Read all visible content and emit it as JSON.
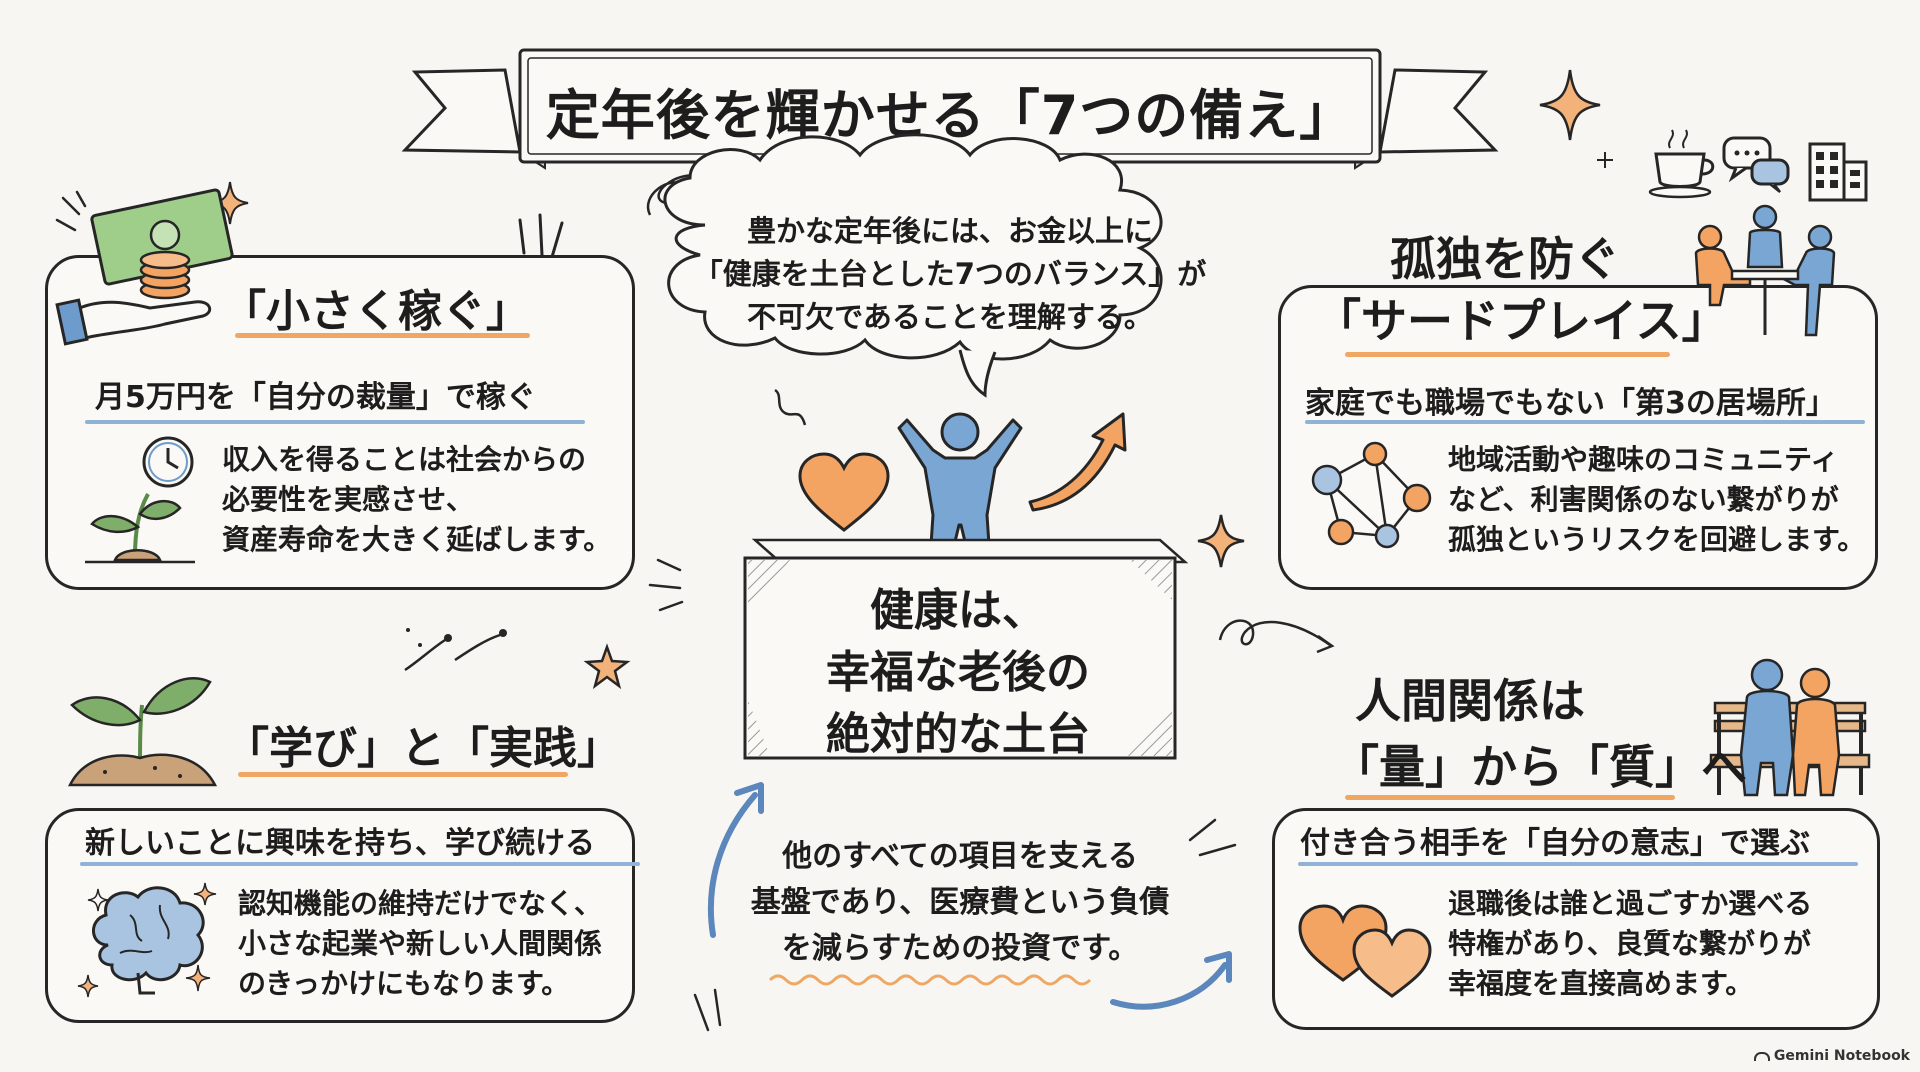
{
  "title": "定年後を輝かせる「7つの備え」",
  "cloud": {
    "lines": [
      "豊かな定年後には、お金以上に",
      "「健康を土台とした7つのバランス」が",
      "不可欠であることを理解する。"
    ]
  },
  "center": {
    "lines": [
      "健康は、",
      "幸福な老後の",
      "絶対的な土台"
    ]
  },
  "center_note": {
    "lines": [
      "他のすべての項目を支える",
      "基盤であり、医療費という負債",
      "を減らすための投資です。"
    ]
  },
  "cards": {
    "earn": {
      "heading": "「小さく稼ぐ」",
      "subheading": "月5万円を「自分の裁量」で稼ぐ",
      "lines": [
        "収入を得ることは社会からの",
        "必要性を実感させ、",
        "資産寿命を大きく延ばします。"
      ]
    },
    "learn": {
      "heading": "「学び」と「実践」",
      "subheading": "新しいことに興味を持ち、学び続ける",
      "lines": [
        "認知機能の維持だけでなく、",
        "小さな起業や新しい人間関係",
        "のきっかけにもなります。"
      ]
    },
    "place": {
      "heading_lines": [
        "孤独を防ぐ",
        "「サードプレイス」"
      ],
      "subheading": "家庭でも職場でもない「第3の居場所」",
      "lines": [
        "地域活動や趣味のコミュニティ",
        "など、利害関係のない繋がりが",
        "孤独というリスクを回避します。"
      ]
    },
    "relations": {
      "heading_lines": [
        "人間関係は",
        "「量」から「質」へ"
      ],
      "subheading": "付き合う相手を「自分の意志」で選ぶ",
      "lines": [
        "退職後は誰と過ごすか選べる",
        "特権があり、良質な繋がりが",
        "幸福度を直接高めます。"
      ]
    }
  },
  "footer": "Gemini Notebook",
  "colors": {
    "orange": "#f0a763",
    "blue": "#6d9bcb",
    "ink": "#262626",
    "green": "#7fae6a"
  }
}
